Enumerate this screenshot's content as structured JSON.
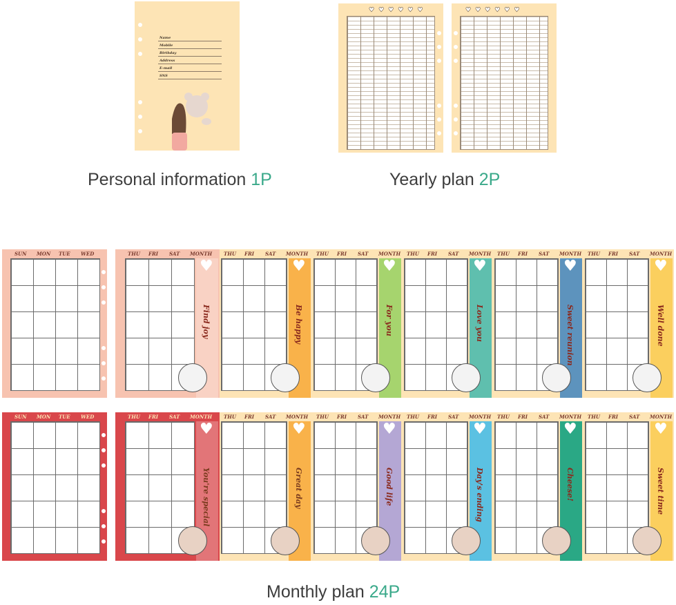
{
  "personal": {
    "fields": [
      "Name",
      "Mobile",
      "Birthday",
      "Address",
      "E-mail",
      "SNS"
    ],
    "caption": "Personal information",
    "count": "1P"
  },
  "yearly": {
    "caption": "Yearly plan",
    "count": "2P"
  },
  "monthly": {
    "caption": "Monthly plan",
    "count": "24P",
    "left_days": [
      "SUN",
      "MON",
      "TUE",
      "WED"
    ],
    "right_days": [
      "THU",
      "FRI",
      "SAT",
      "MONTH"
    ],
    "row1_phrases": [
      "Find joy",
      "Be happy",
      "For you",
      "Love you",
      "Sweet reunion",
      "Well done"
    ],
    "row2_phrases": [
      "You're special",
      "Great day",
      "Good life",
      "Day's ending",
      "Cheese!",
      "Sweet time"
    ],
    "colors": {
      "peach": "#f7c3b0",
      "orange": "#f9b24a",
      "green": "#a6d46e",
      "teal": "#5fbfae",
      "blue": "#5d93bd",
      "yellow": "#fbcf5e",
      "red": "#d9474b",
      "lavender": "#b4a7d4",
      "sky": "#5bc1e2",
      "emerald": "#2aa885",
      "cream": "#fde4b5"
    }
  }
}
